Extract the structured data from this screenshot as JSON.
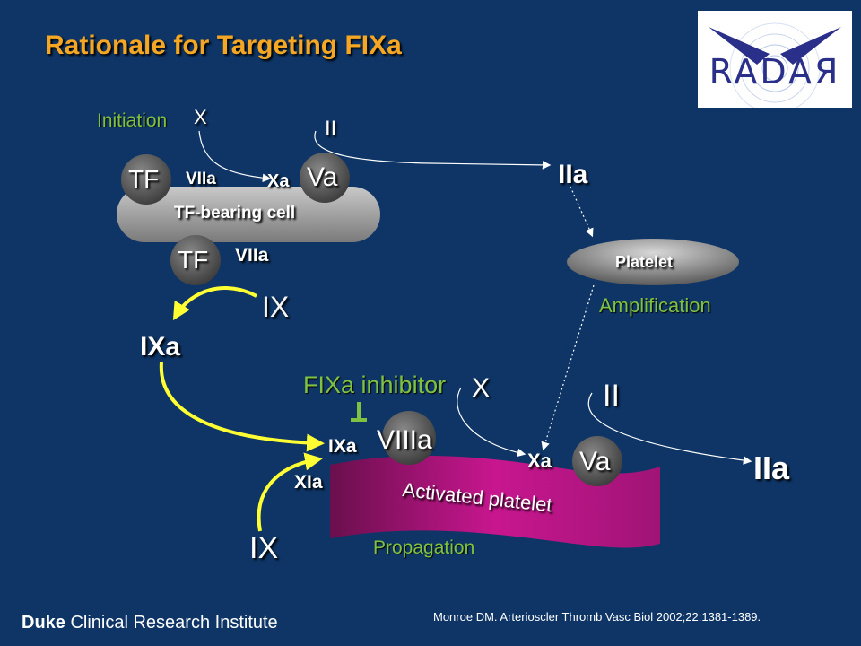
{
  "title": "Rationale for Targeting FIXa",
  "logo": {
    "text": "RADAЯ"
  },
  "stages": {
    "initiation": "Initiation",
    "amplification": "Amplification",
    "propagation": "Propagation"
  },
  "factors": {
    "x_top": "X",
    "ii_top": "II",
    "iia_top": "IIa",
    "tf_1": "TF",
    "viia_1": "VIIa",
    "xa_1": "Xa",
    "va_1": "Va",
    "tf_2": "TF",
    "viia_2": "VIIa",
    "ix_top": "IX",
    "ixa_left": "IXa",
    "ixa_complex": "IXa",
    "viiia": "VIIIa",
    "xia": "XIa",
    "ix_bottom": "IX",
    "x_bottom": "X",
    "xa_bottom": "Xa",
    "va_bottom": "Va",
    "ii_bottom": "II",
    "iia_bottom": "IIa"
  },
  "cells": {
    "tf_cell": "TF-bearing cell",
    "platelet": "Platelet",
    "activated_platelet": "Activated platelet"
  },
  "inhibitor": "FIXa inhibitor",
  "footer": {
    "org_bold": "Duke",
    "org_rest": " Clinical Research Institute",
    "citation": "Monroe DM. Arterioscler Thromb Vasc Biol 2002;22:1381-1389."
  },
  "colors": {
    "background": "#0e3566",
    "title": "#f5a623",
    "stage_green": "#7fc241",
    "arrow_yellow": "#ffff33",
    "activated_platelet": "#b0127e"
  }
}
